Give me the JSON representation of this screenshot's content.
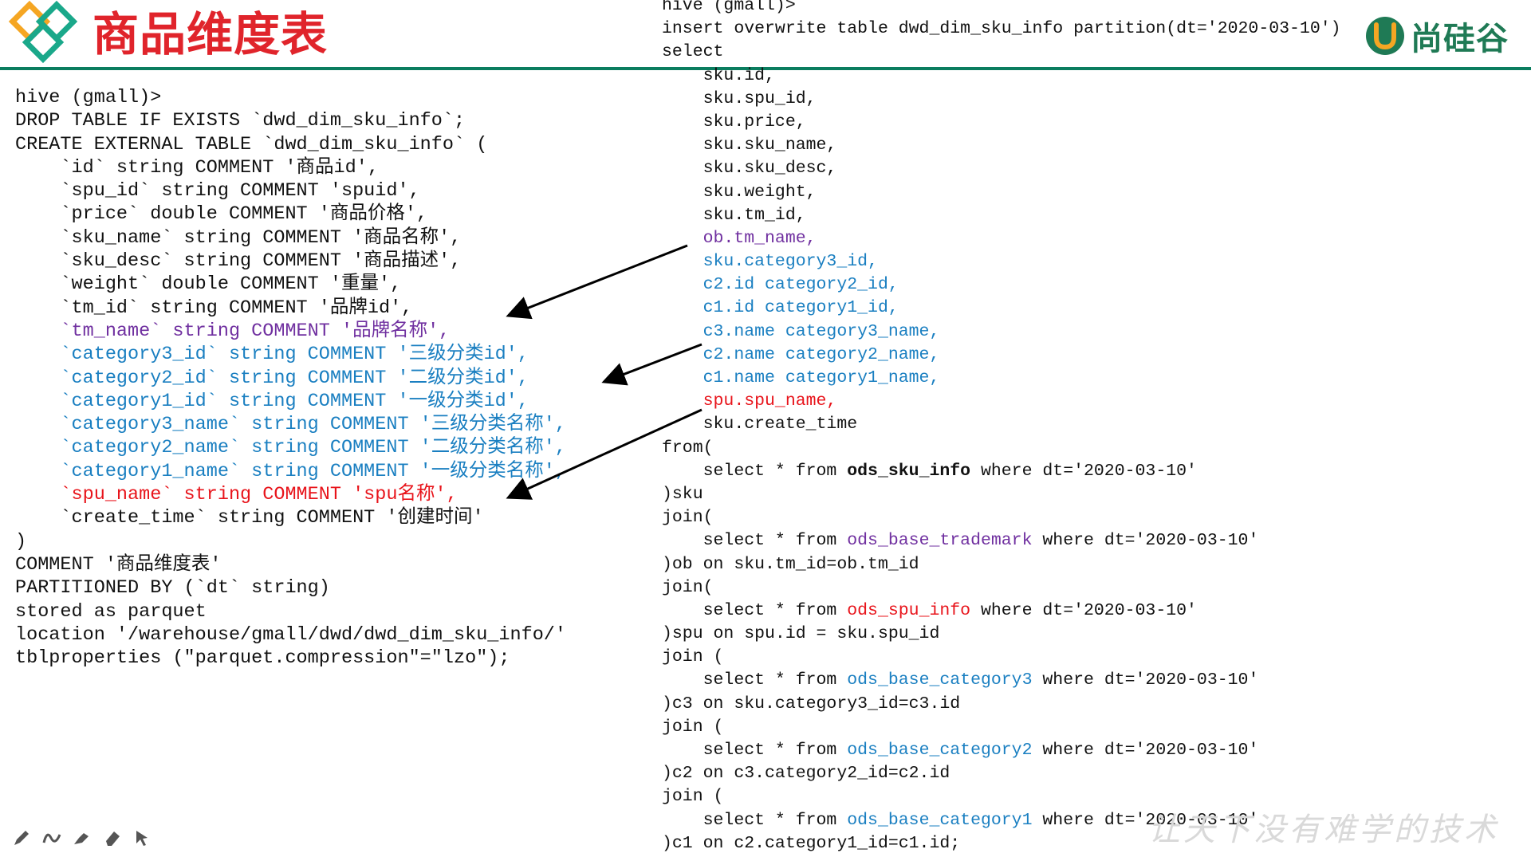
{
  "header": {
    "title": "商品维度表",
    "brand_text": "尚硅谷",
    "colors": {
      "title": "#e0242b",
      "rule": "#0a7d5f",
      "brand": "#1f7a55"
    }
  },
  "left_code": [
    [
      {
        "t": "hive (gmall)>"
      }
    ],
    [
      {
        "t": "DROP TABLE IF EXISTS `dwd_dim_sku_info`;"
      }
    ],
    [
      {
        "t": "CREATE EXTERNAL TABLE `dwd_dim_sku_info` ("
      }
    ],
    [
      {
        "t": "    `id` string COMMENT '商品id',"
      }
    ],
    [
      {
        "t": "    `spu_id` string COMMENT 'spuid',"
      }
    ],
    [
      {
        "t": "    `price` double COMMENT '商品价格',"
      }
    ],
    [
      {
        "t": "    `sku_name` string COMMENT '商品名称',"
      }
    ],
    [
      {
        "t": "    `sku_desc` string COMMENT '商品描述',"
      }
    ],
    [
      {
        "t": "    `weight` double COMMENT '重量',"
      }
    ],
    [
      {
        "t": "    `tm_id` string COMMENT '品牌id',"
      }
    ],
    [
      {
        "t": "    `tm_name` string COMMENT '品牌名称',",
        "c": "purple"
      }
    ],
    [
      {
        "t": "    `category3_id` string COMMENT '三级分类id',",
        "c": "blue"
      }
    ],
    [
      {
        "t": "    `category2_id` string COMMENT '二级分类id',",
        "c": "blue"
      }
    ],
    [
      {
        "t": "    `category1_id` string COMMENT '一级分类id',",
        "c": "blue"
      }
    ],
    [
      {
        "t": "    `category3_name` string COMMENT '三级分类名称',",
        "c": "blue"
      }
    ],
    [
      {
        "t": "    `category2_name` string COMMENT '二级分类名称',",
        "c": "blue"
      }
    ],
    [
      {
        "t": "    `category1_name` string COMMENT '一级分类名称',",
        "c": "blue"
      }
    ],
    [
      {
        "t": "    `spu_name` string COMMENT 'spu名称',",
        "c": "red"
      }
    ],
    [
      {
        "t": "    `create_time` string COMMENT '创建时间'"
      }
    ],
    [
      {
        "t": ")"
      }
    ],
    [
      {
        "t": "COMMENT '商品维度表'"
      }
    ],
    [
      {
        "t": "PARTITIONED BY (`dt` string)"
      }
    ],
    [
      {
        "t": "stored as parquet"
      }
    ],
    [
      {
        "t": "location '/warehouse/gmall/dwd/dwd_dim_sku_info/'"
      }
    ],
    [
      {
        "t": "tblproperties (\"parquet.compression\"=\"lzo\");"
      }
    ]
  ],
  "right_code": [
    [
      {
        "t": "hive (gmall)>"
      }
    ],
    [
      {
        "t": "insert overwrite table dwd_dim_sku_info partition(dt='2020-03-10')"
      }
    ],
    [
      {
        "t": "select"
      }
    ],
    [
      {
        "t": "    sku.id,"
      }
    ],
    [
      {
        "t": "    sku.spu_id,"
      }
    ],
    [
      {
        "t": "    sku.price,"
      }
    ],
    [
      {
        "t": "    sku.sku_name,"
      }
    ],
    [
      {
        "t": "    sku.sku_desc,"
      }
    ],
    [
      {
        "t": "    sku.weight,"
      }
    ],
    [
      {
        "t": "    sku.tm_id,"
      }
    ],
    [
      {
        "t": "    ob.tm_name,",
        "c": "purple"
      }
    ],
    [
      {
        "t": "    sku.category3_id,",
        "c": "blue"
      }
    ],
    [
      {
        "t": "    c2.id category2_id,",
        "c": "blue"
      }
    ],
    [
      {
        "t": "    c1.id category1_id,",
        "c": "blue"
      }
    ],
    [
      {
        "t": "    c3.name category3_name,",
        "c": "blue"
      }
    ],
    [
      {
        "t": "    c2.name category2_name,",
        "c": "blue"
      }
    ],
    [
      {
        "t": "    c1.name category1_name,",
        "c": "blue"
      }
    ],
    [
      {
        "t": "    spu.spu_name,",
        "c": "red"
      }
    ],
    [
      {
        "t": "    sku.create_time"
      }
    ],
    [
      {
        "t": "from("
      }
    ],
    [
      {
        "t": "    select * from "
      },
      {
        "t": "ods_sku_info",
        "c": "bold"
      },
      {
        "t": " where dt='2020-03-10'"
      }
    ],
    [
      {
        "t": ")sku"
      }
    ],
    [
      {
        "t": "join("
      }
    ],
    [
      {
        "t": "    select * from "
      },
      {
        "t": "ods_base_trademark",
        "c": "purple"
      },
      {
        "t": " where dt='2020-03-10'"
      }
    ],
    [
      {
        "t": ")ob on sku.tm_id=ob.tm_id"
      }
    ],
    [
      {
        "t": "join("
      }
    ],
    [
      {
        "t": "    select * from "
      },
      {
        "t": "ods_spu_info",
        "c": "red"
      },
      {
        "t": " where dt='2020-03-10'"
      }
    ],
    [
      {
        "t": ")spu on spu.id = sku.spu_id"
      }
    ],
    [
      {
        "t": "join ("
      }
    ],
    [
      {
        "t": "    select * from "
      },
      {
        "t": "ods_base_category3",
        "c": "blue"
      },
      {
        "t": " where dt='2020-03-10'"
      }
    ],
    [
      {
        "t": ")c3 on sku.category3_id=c3.id"
      }
    ],
    [
      {
        "t": "join ("
      }
    ],
    [
      {
        "t": "    select * from "
      },
      {
        "t": "ods_base_category2",
        "c": "blue"
      },
      {
        "t": " where dt='2020-03-10'"
      }
    ],
    [
      {
        "t": ")c2 on c3.category2_id=c2.id"
      }
    ],
    [
      {
        "t": "join ("
      }
    ],
    [
      {
        "t": "    select * from "
      },
      {
        "t": "ods_base_category1",
        "c": "blue"
      },
      {
        "t": " where dt='2020-03-10'"
      }
    ],
    [
      {
        "t": ")c1 on c2.category1_id=c1.id;"
      }
    ]
  ],
  "toolbar": {
    "icons": [
      "pen-icon",
      "curve-icon",
      "highlighter-icon",
      "eraser-icon",
      "pointer-icon"
    ]
  },
  "watermark": "让天下没有难学的技术"
}
